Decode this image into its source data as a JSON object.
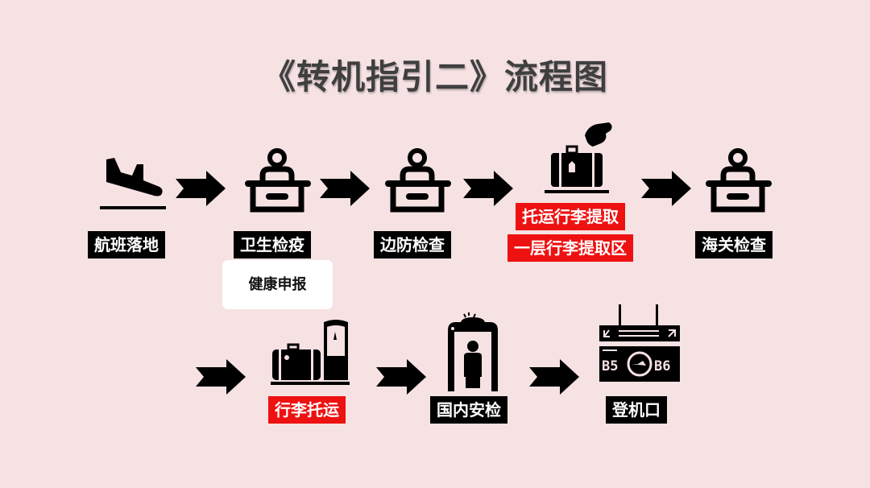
{
  "title": "《转机指引二》流程图",
  "colors": {
    "background": "#f6e2e3",
    "label_dark": "#000000",
    "label_highlight": "#ee1111",
    "title": "#3f3f3f"
  },
  "row1": [
    {
      "id": "arrival",
      "icon": "plane-landing-icon",
      "labels": [
        "航班落地"
      ],
      "highlight": false
    },
    {
      "id": "health",
      "icon": "inspection-desk-icon",
      "labels": [
        "卫生检疫"
      ],
      "highlight": false,
      "note": "健康申报"
    },
    {
      "id": "border",
      "icon": "inspection-desk-icon",
      "labels": [
        "边防检查"
      ],
      "highlight": false
    },
    {
      "id": "baggage-claim",
      "icon": "baggage-claim-icon",
      "labels": [
        "托运行李提取",
        "一层行李提取区"
      ],
      "highlight": true
    },
    {
      "id": "customs",
      "icon": "inspection-desk-icon",
      "labels": [
        "海关检查"
      ],
      "highlight": false
    }
  ],
  "row2": [
    {
      "id": "baggage-checkin",
      "icon": "baggage-checkin-icon",
      "labels": [
        "行李托运"
      ],
      "highlight": true
    },
    {
      "id": "security",
      "icon": "security-gate-icon",
      "labels": [
        "国内安检"
      ],
      "highlight": false
    },
    {
      "id": "gate",
      "icon": "gate-sign-icon",
      "labels": [
        "登机口"
      ],
      "highlight": false,
      "gate_codes": [
        "B5",
        "B6"
      ]
    }
  ]
}
